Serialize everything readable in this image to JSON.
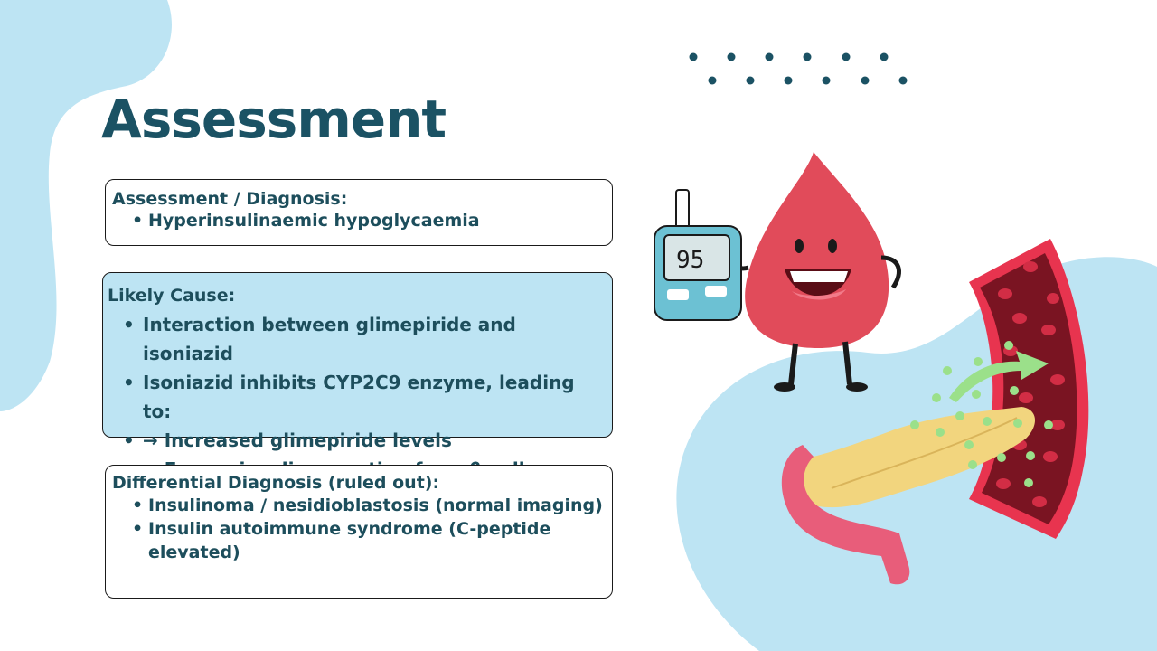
{
  "slide": {
    "title": "Assessment"
  },
  "assessment_card": {
    "heading": "Assessment / Diagnosis:",
    "items": [
      "Hyperinsulinaemic hypoglycaemia"
    ]
  },
  "cause_card": {
    "heading": "Likely Cause:",
    "items": [
      "Interaction between glimepiride and isoniazid",
      "Isoniazid inhibits CYP2C9 enzyme, leading to:",
      "→ Increased glimepiride levels",
      "→ Excess insulin secretion from β-cells"
    ]
  },
  "differential_card": {
    "heading": "Differential Diagnosis (ruled out):",
    "items": [
      "Insulinoma / nesidioblastosis (normal imaging)",
      "Insulin autoimmune syndrome (C-peptide elevated)"
    ]
  },
  "illustration": {
    "meter_reading": "95"
  },
  "bullet_glyph": "•",
  "colors": {
    "title": "#1b5264",
    "text": "#1d4e5c",
    "blob": "#bde4f3",
    "blood_drop": "#e14b5a",
    "vessel": "#7a1422",
    "pancreas": "#f2d57e",
    "meter": "#6cc1d3",
    "dots": "#1b5264"
  }
}
